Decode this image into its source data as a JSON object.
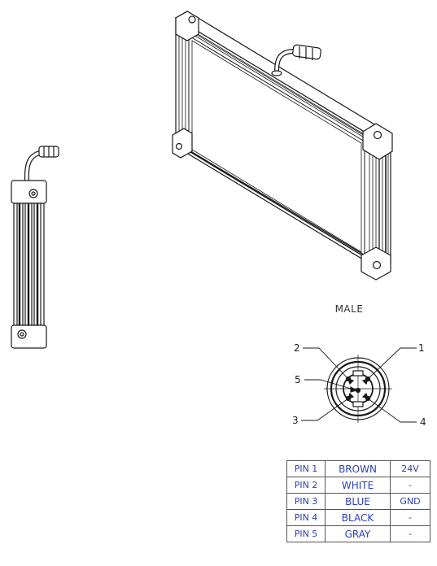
{
  "connector": {
    "gender_label": "MALE",
    "pin_callouts": [
      "1",
      "2",
      "3",
      "4",
      "5"
    ]
  },
  "pin_table": [
    {
      "pin": "PIN 1",
      "color": "BROWN",
      "function": "24V"
    },
    {
      "pin": "PIN 2",
      "color": "WHITE",
      "function": "-"
    },
    {
      "pin": "PIN 3",
      "color": "BLUE",
      "function": "GND"
    },
    {
      "pin": "PIN 4",
      "color": "BLACK",
      "function": "-"
    },
    {
      "pin": "PIN 5",
      "color": "GRAY",
      "function": "-"
    }
  ],
  "colors": {
    "line": "#1a1a1a",
    "table_text": "#2a3fb5"
  }
}
